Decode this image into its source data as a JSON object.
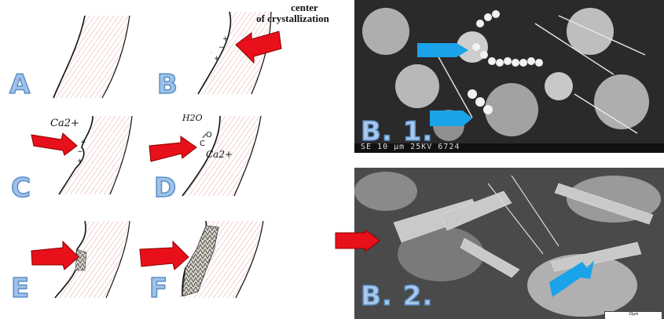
{
  "sketch_panels": {
    "A": {
      "letter": "A"
    },
    "B": {
      "letter": "B",
      "caption_line1": "center",
      "caption_line2": "of crystallization"
    },
    "C": {
      "letter": "C",
      "ion": "Ca2+"
    },
    "D": {
      "letter": "D",
      "h2o": "H2O",
      "ion": "Ca2+"
    },
    "E": {
      "letter": "E"
    },
    "F": {
      "letter": "F"
    }
  },
  "micrographs": {
    "b1": {
      "label": "B. 1.",
      "info_bar": "SE  10 μm  25KV  6724"
    },
    "b2": {
      "label": "B. 2.",
      "scale": "10μm"
    }
  },
  "colors": {
    "tissue_fill": "#f3d3cf",
    "arrow_red": "#e8101a",
    "arrow_blue": "#1aa3e8",
    "letter_fill": "#9fc2e6",
    "letter_stroke": "#5b8fc9"
  }
}
